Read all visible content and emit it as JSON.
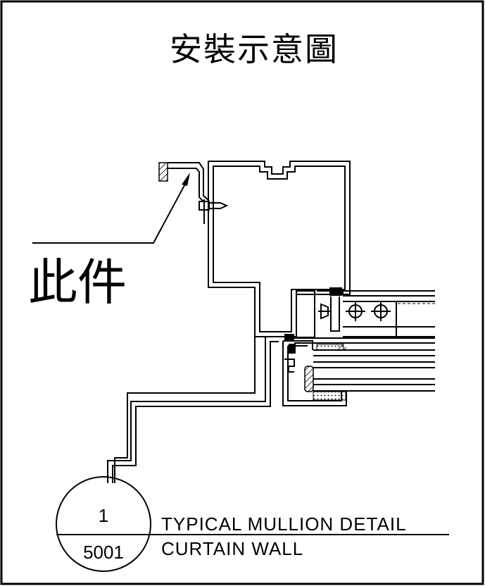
{
  "title": "安裝示意圖",
  "callout_label": "此件",
  "detail_tag": {
    "detail_number": "1",
    "sheet_number": "5001"
  },
  "caption": {
    "line1": "TYPICAL MULLION DETAIL",
    "line2": "CURTAIN WALL"
  },
  "colors": {
    "line": "#000000",
    "background": "#ffffff"
  }
}
